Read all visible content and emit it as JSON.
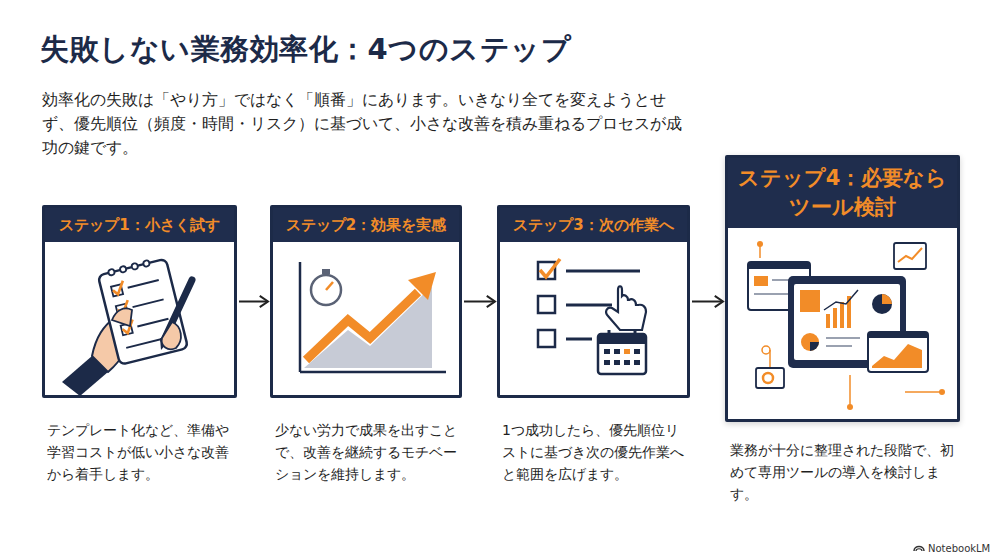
{
  "diagram": {
    "title": "失敗しない業務効率化：4つのステップ",
    "caption": "効率化の失敗は「やり方」ではなく「順番」にあります。いきなり全てを変えようとせず、優先順位（頻度・時間・リスク）に基づいて、小さな改善を積み重ねるプロセスが成功の鍵です。",
    "nodes": [
      {
        "text": [
          "ステップ1：小さく試す",
          "テンプレート化など、準備や学習コストが低い小さな改善から着手します。"
        ]
      },
      {
        "text": [
          "ステップ2：効果を実感",
          "少ない労力で成果を出すことで、改善を継続するモチベーションを維持します。"
        ]
      },
      {
        "text": [
          "ステップ3：次の作業へ",
          "1つ成功したら、優先順位リストに基づき次の優先作業へと範囲を広げます。"
        ]
      },
      {
        "text": [
          "ステップ4：必要ならツール検討",
          "業務が十分に整理された段階で、初めて専用ツールの導入を検討します。"
        ]
      }
    ],
    "edges": [
      {
        "from": 0,
        "to": 1,
        "arrow": "to"
      },
      {
        "from": 1,
        "to": 2,
        "arrow": "to"
      },
      {
        "from": 2,
        "to": 3,
        "arrow": "to"
      }
    ],
    "labels": [
      "NotebookLM"
    ]
  }
}
